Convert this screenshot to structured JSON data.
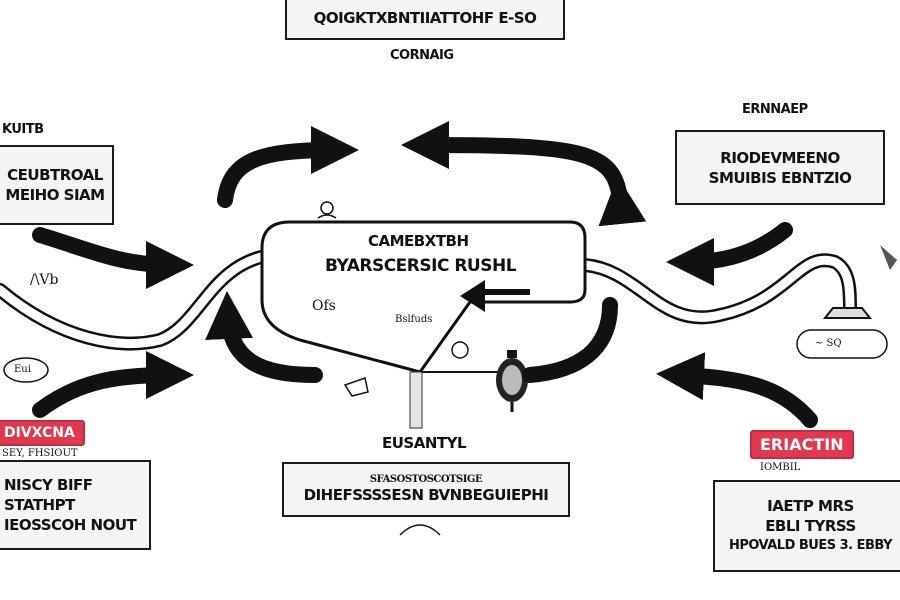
{
  "colors": {
    "ink": "#111111",
    "box_fill": "#f4f4f4",
    "badge_red": "#e0384f",
    "hub_fill": "#ffffff"
  },
  "top_box": {
    "line1": "QOIGKTXBNTIIATTOHF E-SO",
    "caption": "CORNAIG"
  },
  "left_top": {
    "heading": "KUITB",
    "line1": "CEUBTROAL",
    "line2": "MEIHO SIAM"
  },
  "right_top": {
    "heading": "ERNNAEP",
    "line1": "RIODEVMEENO",
    "line2": "SMUIBIS EBNTZIO"
  },
  "hub": {
    "line1": "CAMEBXTBH",
    "line2": "BYARSCERSIC RUSHL",
    "note_left": "Ofs",
    "note_center": "Bslfuds"
  },
  "left_bottom": {
    "badge": "DIVXCNA",
    "subcaption": "SEY, FHSIOUT",
    "line1": "NISCY BIFF",
    "line2": "STATHPT",
    "line3": "IEOSSCOH NOUT"
  },
  "bottom_center": {
    "heading": "EUSANTYL",
    "subcaption": "SFASOSTOSCOTSIGE",
    "line1": "DIHEFSSSSESN BVNBEGUIEPHI"
  },
  "right_bottom": {
    "badge": "ERIACTIN",
    "subcaption": "IOMBIL",
    "line1": "IAETP MRS",
    "line2": "EBLI TYRSS",
    "line3": "HPOVALD BUES 3. EBBY"
  },
  "annotations": {
    "left_mid": "/\\Vb",
    "left_oval": "Eui",
    "right_oval": "~ SQ"
  },
  "icons": [
    "pipe",
    "valve-canister",
    "lightbulb",
    "hand-sketch",
    "leaf"
  ]
}
